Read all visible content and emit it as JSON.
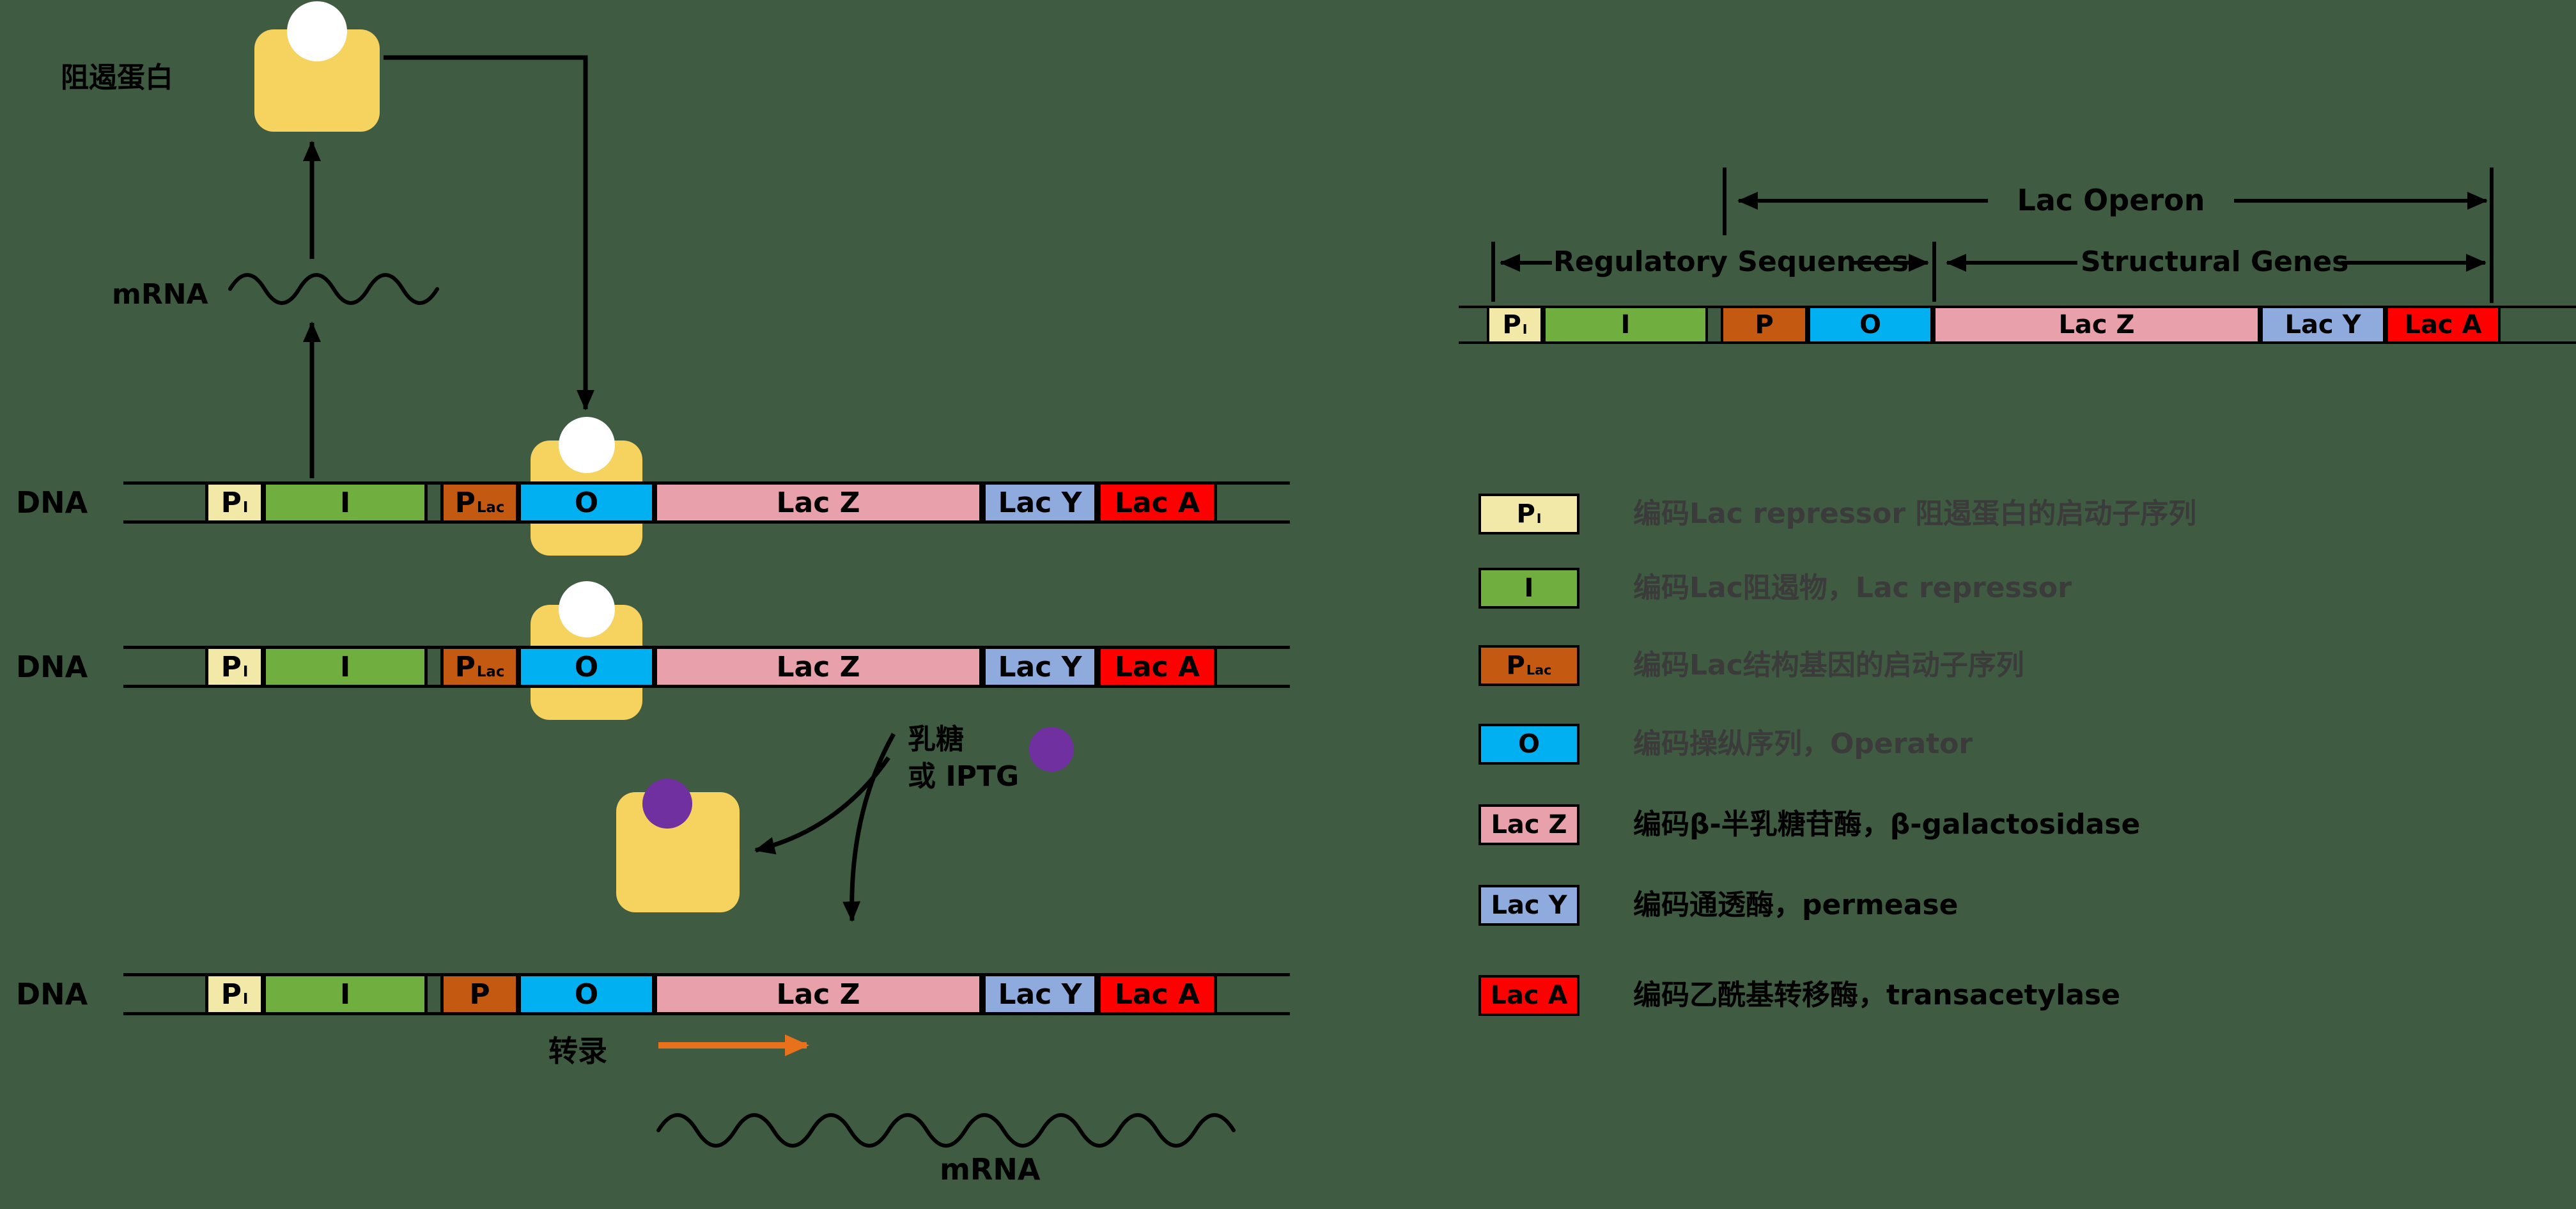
{
  "colors": {
    "background": "#3F5B41",
    "repressor": "#F6D25E",
    "inducer": "#7030A0",
    "transcription_arrow": "#E8711C",
    "line": "#000000"
  },
  "segments": {
    "pi": {
      "label": "P",
      "sub": "I",
      "color": "#F2E9A9"
    },
    "i": {
      "label": "I",
      "color": "#70AF3F"
    },
    "plac": {
      "label": "P",
      "sub": "Lac",
      "color": "#C45A11"
    },
    "p": {
      "label": "P",
      "color": "#C45A11"
    },
    "o": {
      "label": "O",
      "color": "#00B0F0"
    },
    "lacz": {
      "label": "Lac Z",
      "color": "#E8A0AA"
    },
    "lacy": {
      "label": "Lac Y",
      "color": "#8FAADC"
    },
    "laca": {
      "label": "Lac A",
      "color": "#FE0000"
    }
  },
  "left": {
    "repressor_label": "阻遏蛋白",
    "mrna_label": "mRNA",
    "dna_label": "DNA",
    "inducer_label_line1": "乳糖",
    "inducer_label_line2": "或 IPTG",
    "transcription_label": "转录",
    "mrna_bottom_label": "mRNA"
  },
  "right": {
    "operon_label": "Lac Operon",
    "regulatory_label": "Regulatory Sequences",
    "structural_label": "Structural Genes",
    "legend": [
      {
        "key": "P",
        "sub": "I",
        "color": "#F2E9A9",
        "text": "编码Lac repressor 阻遏蛋白的启动子序列",
        "muted": true
      },
      {
        "key": "I",
        "color": "#70AF3F",
        "text": "编码Lac阻遏物，Lac repressor",
        "muted": true
      },
      {
        "key": "P",
        "sub": "Lac",
        "color": "#C45A11",
        "text": "编码Lac结构基因的启动子序列",
        "muted": true
      },
      {
        "key": "O",
        "color": "#00B0F0",
        "text": "编码操纵序列，Operator",
        "muted": true
      },
      {
        "key": "Lac Z",
        "color": "#E8A0AA",
        "text": "编码β-半乳糖苷酶，β-galactosidase",
        "muted": false
      },
      {
        "key": "Lac Y",
        "color": "#8FAADC",
        "text": "编码通透酶，permease",
        "muted": false
      },
      {
        "key": "Lac A",
        "color": "#FE0000",
        "text": "编码乙酰基转移酶，transacetylase",
        "muted": false
      }
    ]
  }
}
